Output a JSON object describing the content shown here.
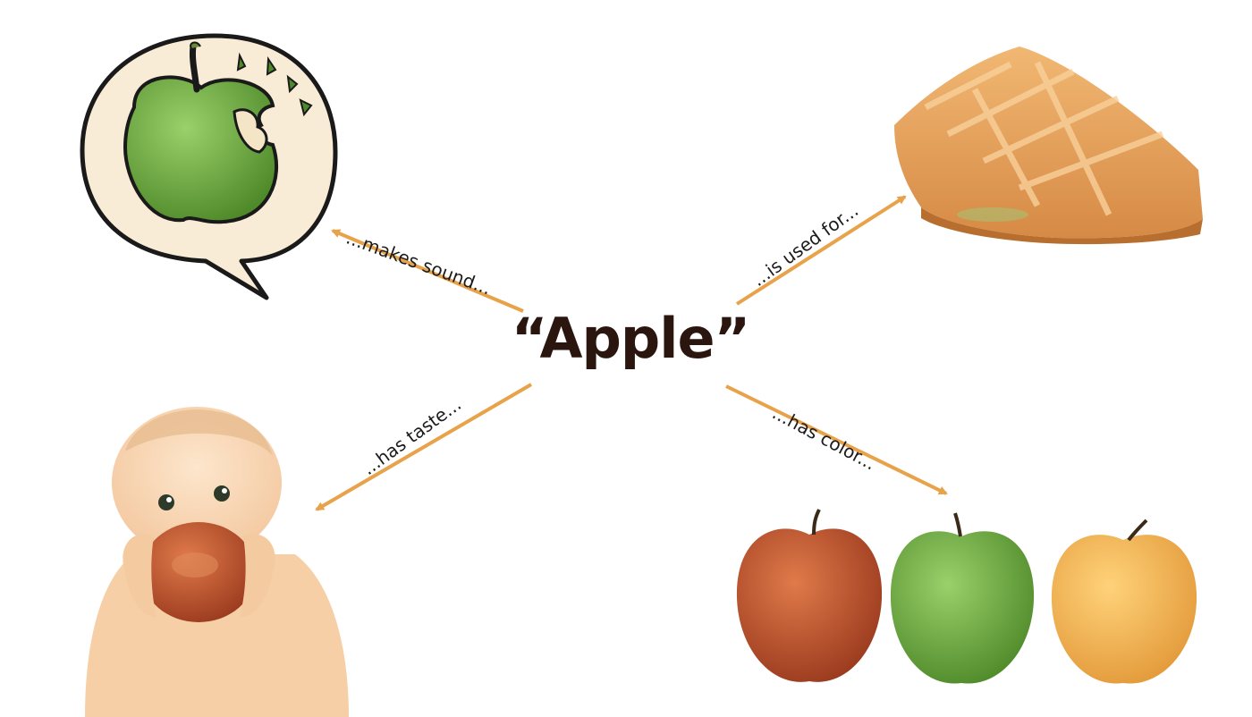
{
  "center": {
    "word": "“Apple”"
  },
  "relations": [
    {
      "id": "sound",
      "label": "...makes sound..."
    },
    {
      "id": "used",
      "label": "...is used for..."
    },
    {
      "id": "taste",
      "label": "...has taste..."
    },
    {
      "id": "color",
      "label": "...has color..."
    }
  ],
  "colors": {
    "arrow": "#e8a24a",
    "text": "#2a160e",
    "bubble_fill": "#f8ecd6",
    "apple_green": "#6fa83c",
    "apple_red": "#c0502e",
    "apple_yellow": "#f0b04a",
    "pie_crust": "#e8a35a",
    "baby_skin": "#f7d3ad"
  },
  "icons": [
    "speech-bubble-bitten-apple-icon",
    "apple-pie-slice-icon",
    "baby-eating-apple-icon",
    "three-apples-icon"
  ]
}
